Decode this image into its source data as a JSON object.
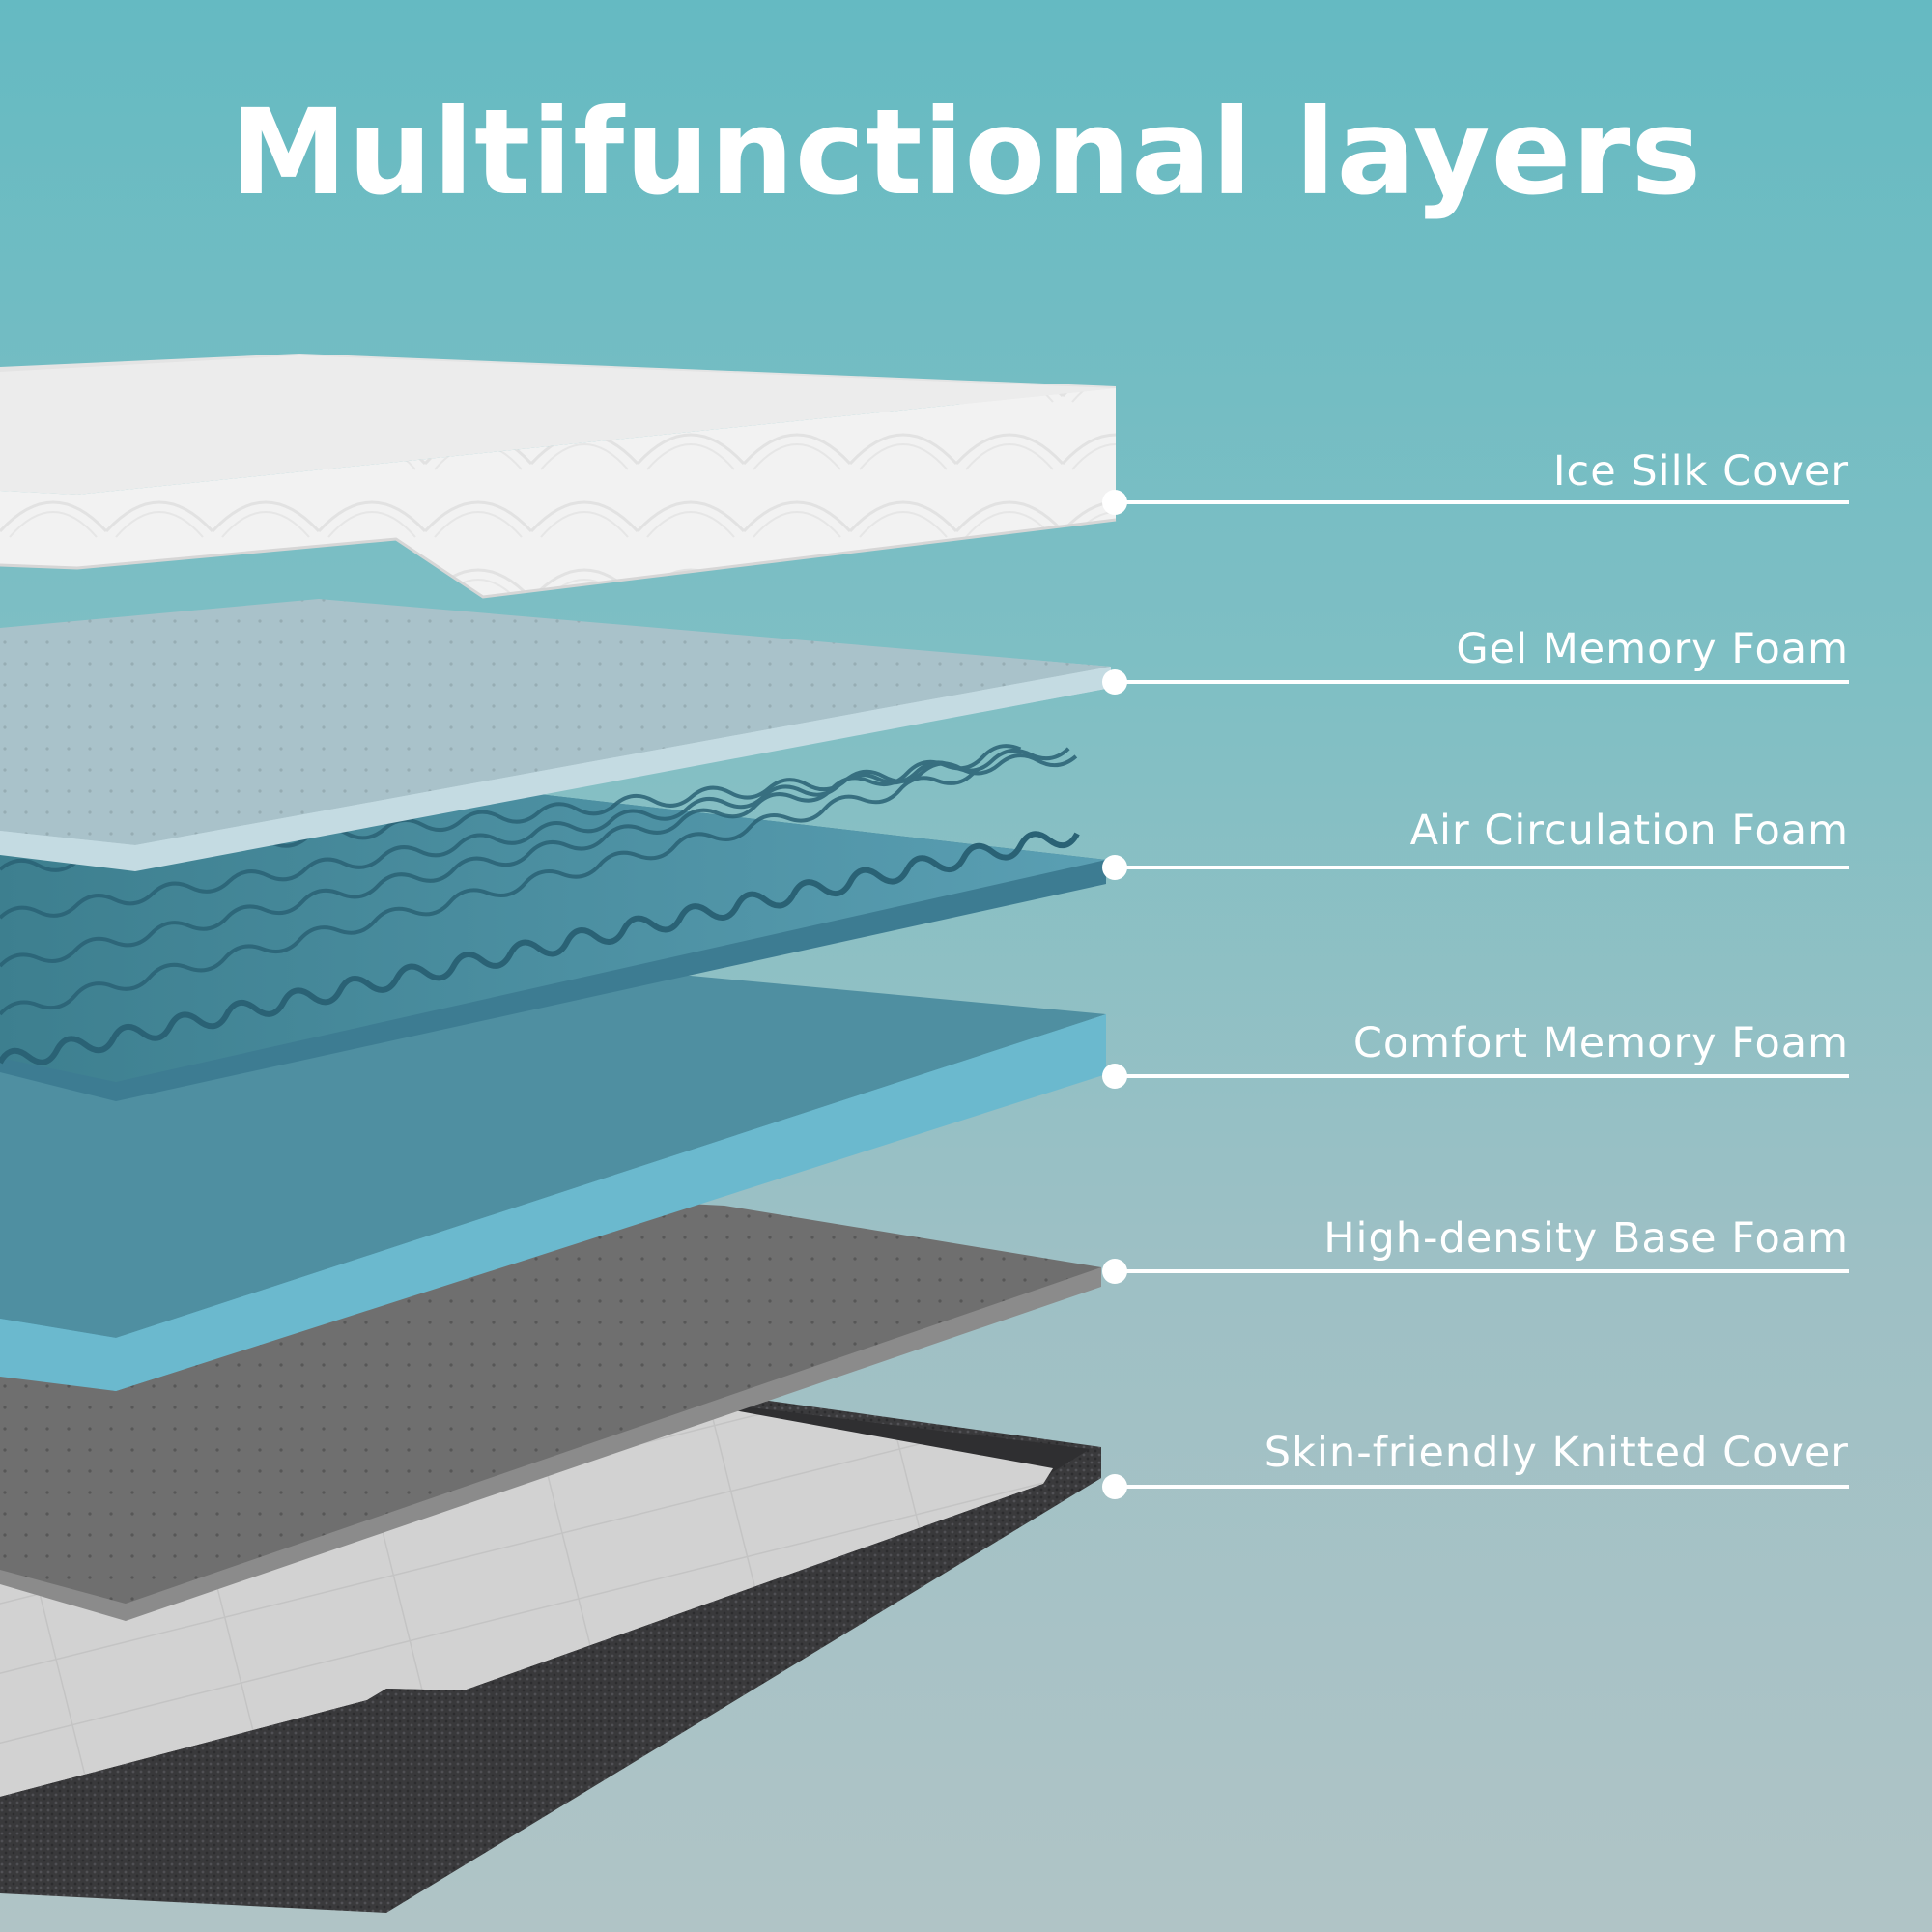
{
  "title": "Multifunctional layers",
  "layers": [
    {
      "label": "Ice Silk Cover",
      "color": "#eeeeee"
    },
    {
      "label": "Gel Memory Foam",
      "color": "#b4cdd6"
    },
    {
      "label": "Air Circulation Foam",
      "color": "#3d7c92"
    },
    {
      "label": "Comfort Memory Foam",
      "color": "#5fb0c6"
    },
    {
      "label": "High-density Base Foam",
      "color": "#6f6f6f"
    },
    {
      "label": "Skin-friendly Knitted Cover",
      "color": "#3b3b3d"
    }
  ]
}
